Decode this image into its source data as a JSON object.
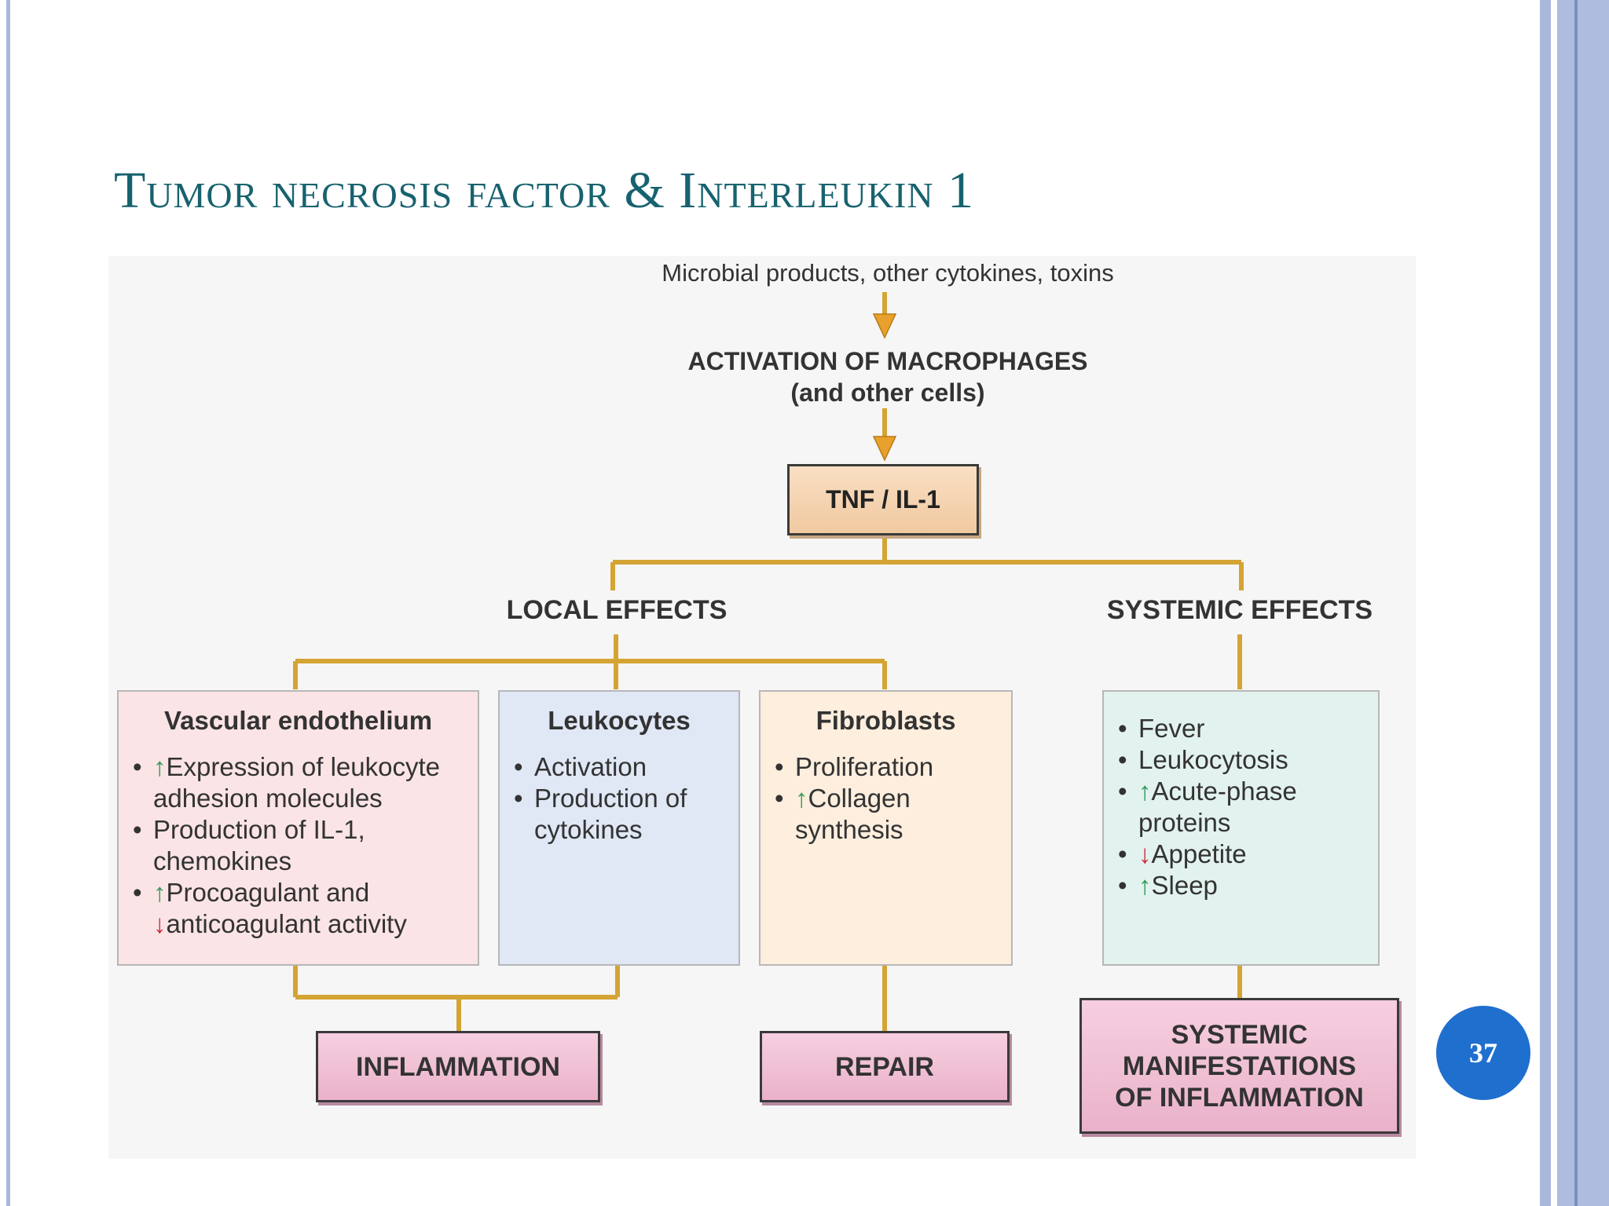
{
  "slide": {
    "title": "Tumor necrosis factor & Interleukin 1",
    "page_number": "37"
  },
  "diagram": {
    "input": "Microbial products, other cytokines, toxins",
    "activation": {
      "line1": "ACTIVATION OF MACROPHAGES",
      "line2": "(and other cells)"
    },
    "center": "TNF / IL-1",
    "local_effects": "LOCAL EFFECTS",
    "systemic_effects": "SYSTEMIC EFFECTS",
    "vascular": {
      "heading": "Vascular endothelium",
      "items": [
        {
          "line1": "Expression of leukocyte",
          "line2": "adhesion molecules"
        },
        {
          "line1": "Production of IL-1,",
          "line2": "chemokines"
        },
        {
          "line1": "Procoagulant and",
          "line2": "anticoagulant activity"
        }
      ]
    },
    "leukocytes": {
      "heading": "Leukocytes",
      "items": [
        {
          "line1": "Activation"
        },
        {
          "line1": "Production of",
          "line2": "cytokines"
        }
      ]
    },
    "fibroblasts": {
      "heading": "Fibroblasts",
      "items": [
        {
          "line1": "Proliferation"
        },
        {
          "line1": "Collagen",
          "line2": "synthesis"
        }
      ]
    },
    "systemic": {
      "items": [
        {
          "line1": "Fever"
        },
        {
          "line1": "Leukocytosis"
        },
        {
          "line1": "Acute-phase",
          "line2": "proteins"
        },
        {
          "line1": "Appetite"
        },
        {
          "line1": "Sleep"
        }
      ]
    },
    "outcomes": {
      "inflammation": "INFLAMMATION",
      "repair": "REPAIR",
      "systemic_line1": "SYSTEMIC",
      "systemic_line2": "MANIFESTATIONS",
      "systemic_line3": "OF INFLAMMATION"
    },
    "colors": {
      "connector": "#d4a434",
      "arrow": "#e8a12c",
      "increase": "#2f9a55",
      "decrease": "#cf2a3c",
      "title": "#17626f"
    }
  }
}
